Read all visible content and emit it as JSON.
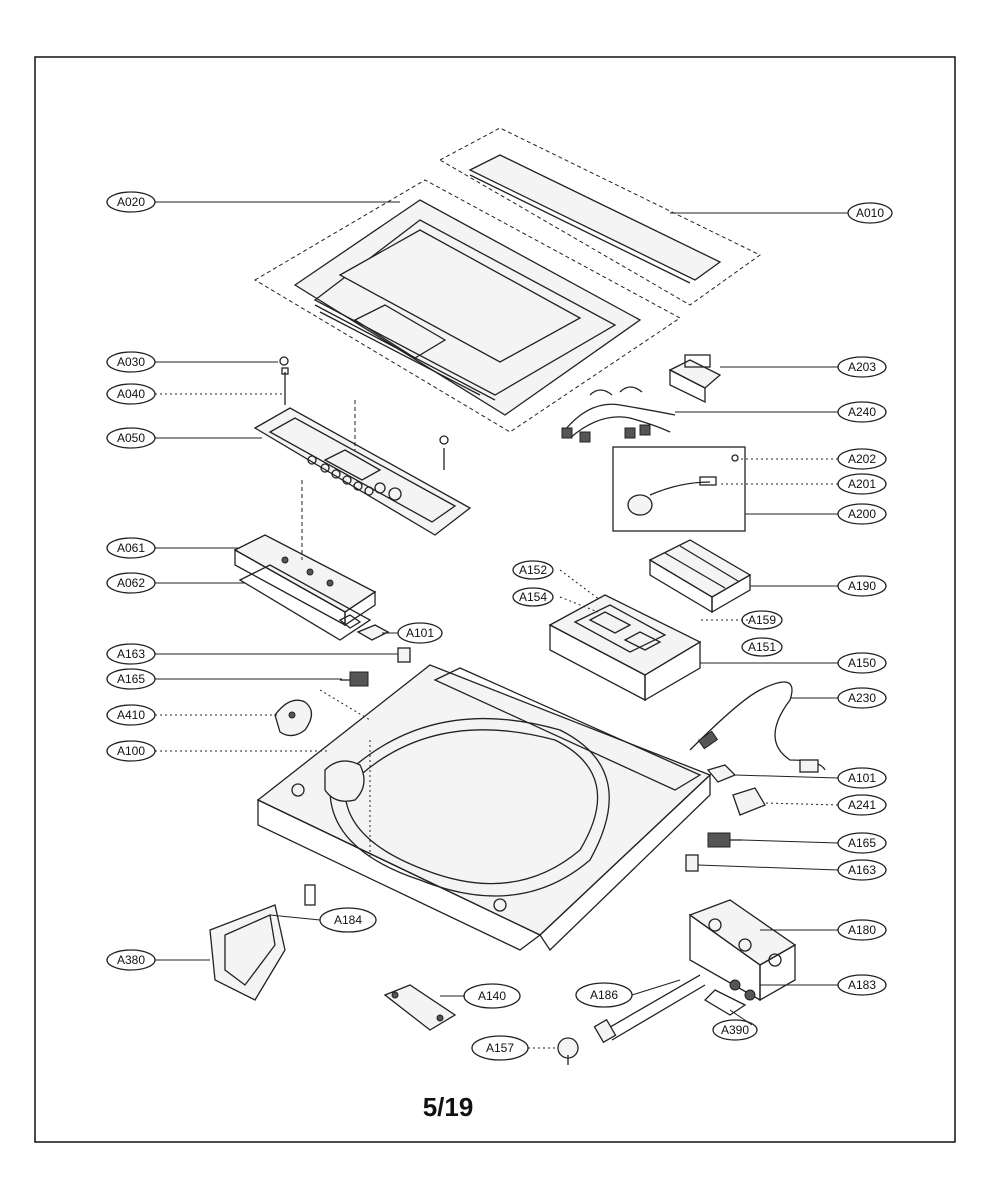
{
  "page_number": "5/19",
  "labels": {
    "A010": "A010",
    "A020": "A020",
    "A030": "A030",
    "A040": "A040",
    "A050": "A050",
    "A061": "A061",
    "A062": "A062",
    "A101": "A101",
    "A163": "A163",
    "A165": "A165",
    "A410": "A410",
    "A100": "A100",
    "A184": "A184",
    "A380": "A380",
    "A140": "A140",
    "A157": "A157",
    "A186": "A186",
    "A390": "A390",
    "A183": "A183",
    "A180": "A180",
    "A241": "A241",
    "A230": "A230",
    "A150": "A150",
    "A151": "A151",
    "A159": "A159",
    "A152": "A152",
    "A154": "A154",
    "A190": "A190",
    "A200": "A200",
    "A201": "A201",
    "A202": "A202",
    "A240": "A240",
    "A203": "A203"
  }
}
